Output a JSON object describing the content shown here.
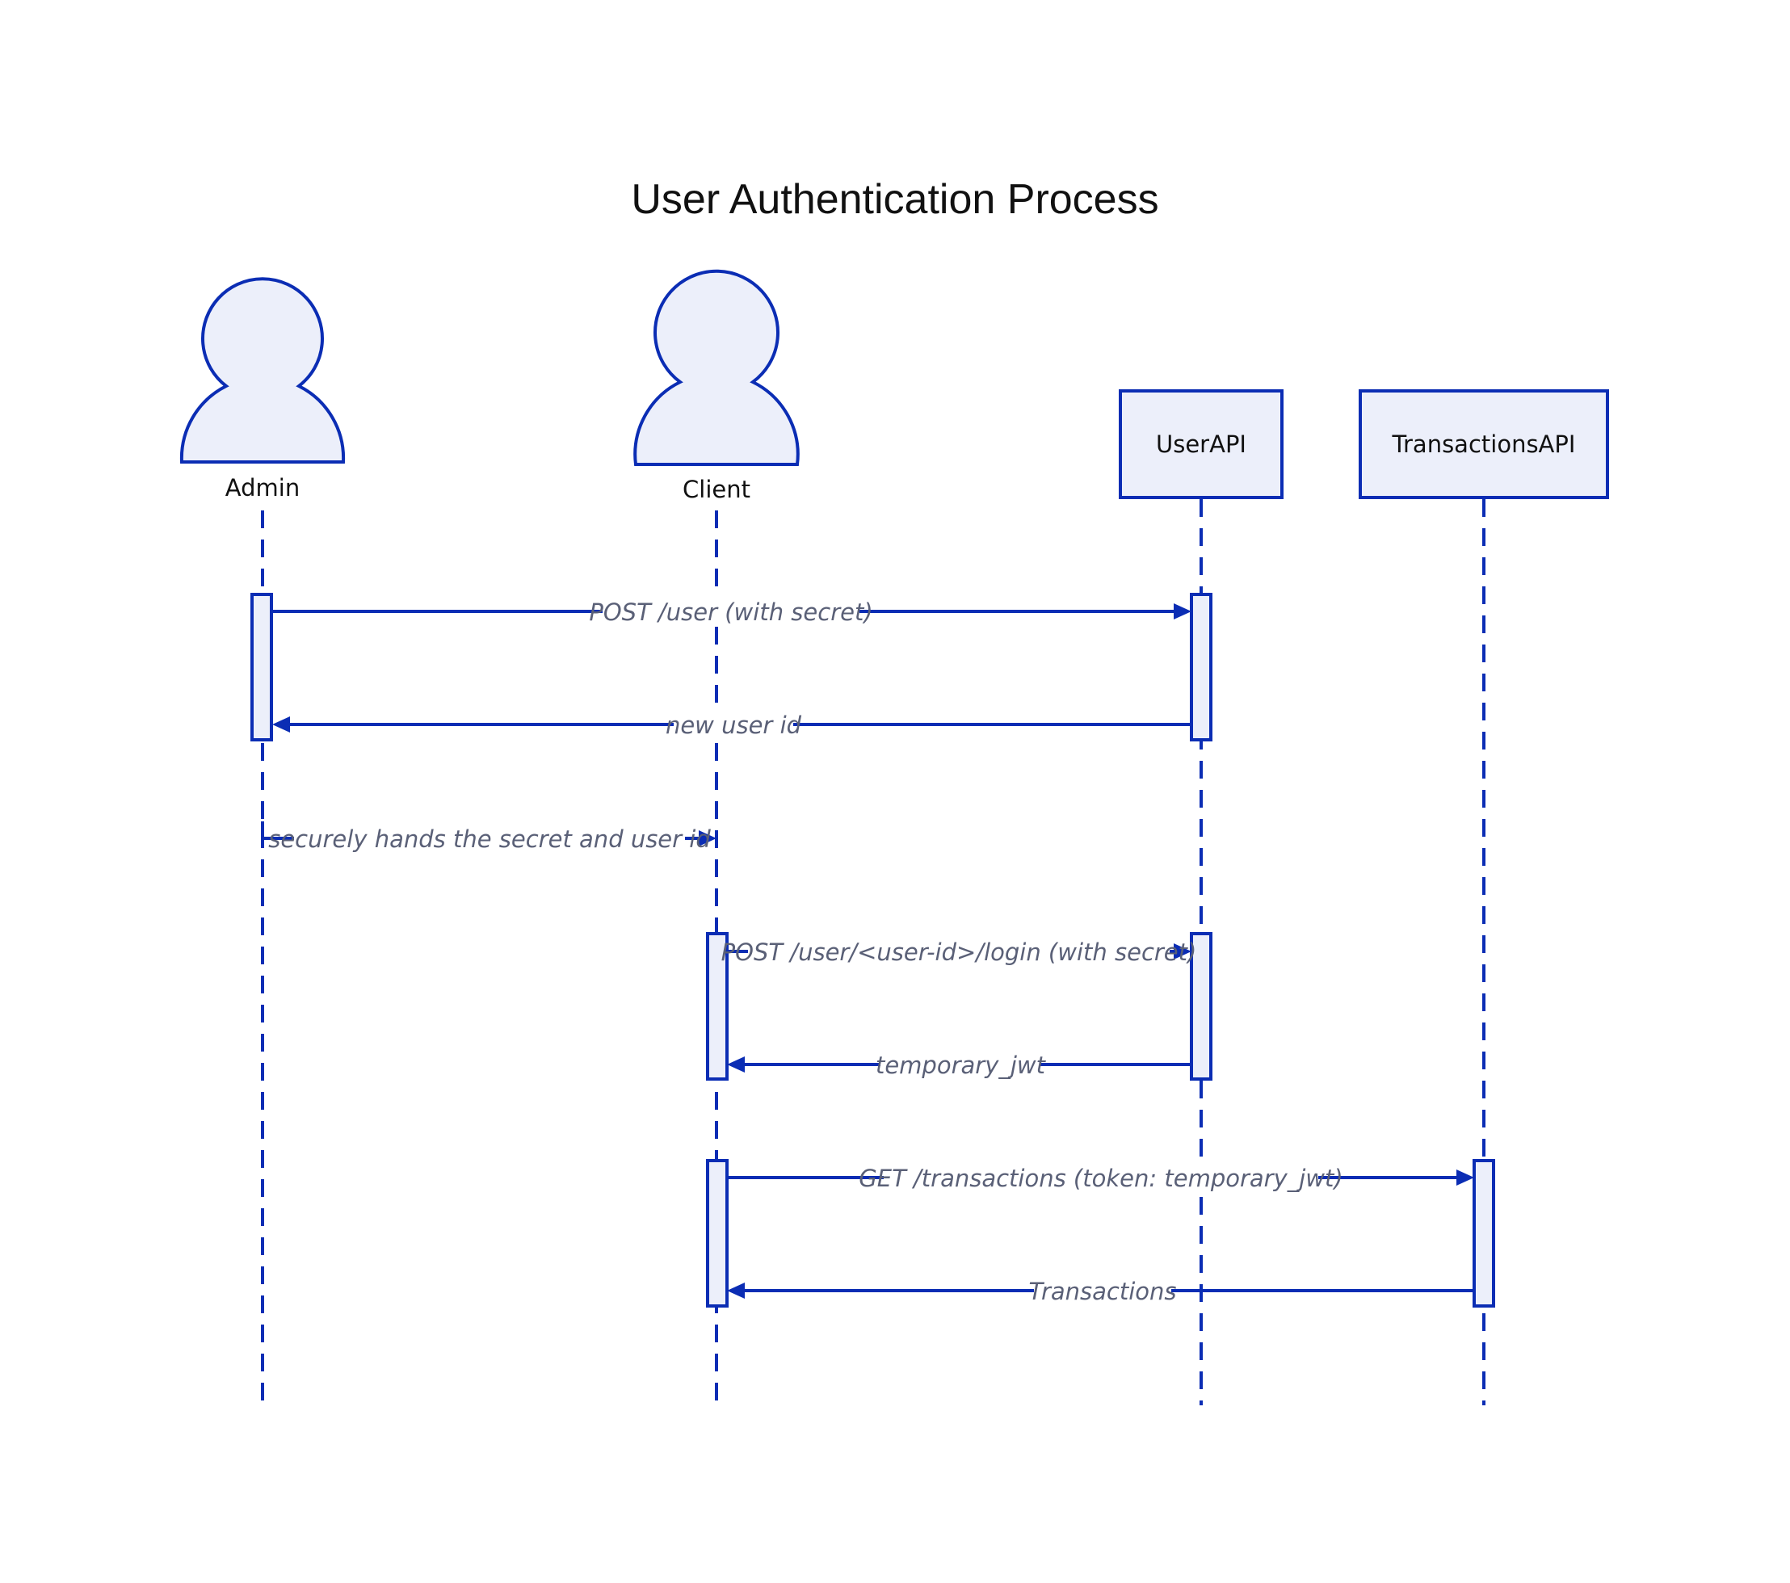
{
  "diagram": {
    "title": "User Authentication Process",
    "participants": [
      {
        "id": "admin",
        "label": "Admin",
        "kind": "actor"
      },
      {
        "id": "client",
        "label": "Client",
        "kind": "actor"
      },
      {
        "id": "userapi",
        "label": "UserAPI",
        "kind": "box"
      },
      {
        "id": "transactionsapi",
        "label": "TransactionsAPI",
        "kind": "box"
      }
    ],
    "messages": [
      {
        "from": "admin",
        "to": "userapi",
        "label": "POST /user (with secret)"
      },
      {
        "from": "userapi",
        "to": "admin",
        "label": "new user id"
      },
      {
        "from": "admin",
        "to": "client",
        "label": "securely hands the secret and user id"
      },
      {
        "from": "client",
        "to": "userapi",
        "label": "POST /user/<user-id>/login (with secret)"
      },
      {
        "from": "userapi",
        "to": "client",
        "label": "temporary_jwt"
      },
      {
        "from": "client",
        "to": "transactionsapi",
        "label": "GET /transactions (token: temporary_jwt)"
      },
      {
        "from": "transactionsapi",
        "to": "client",
        "label": "Transactions"
      }
    ],
    "colors": {
      "stroke": "#0b2db4",
      "fill": "#eceffa",
      "message_text": "#5a6077",
      "title_text": "#111111"
    }
  }
}
